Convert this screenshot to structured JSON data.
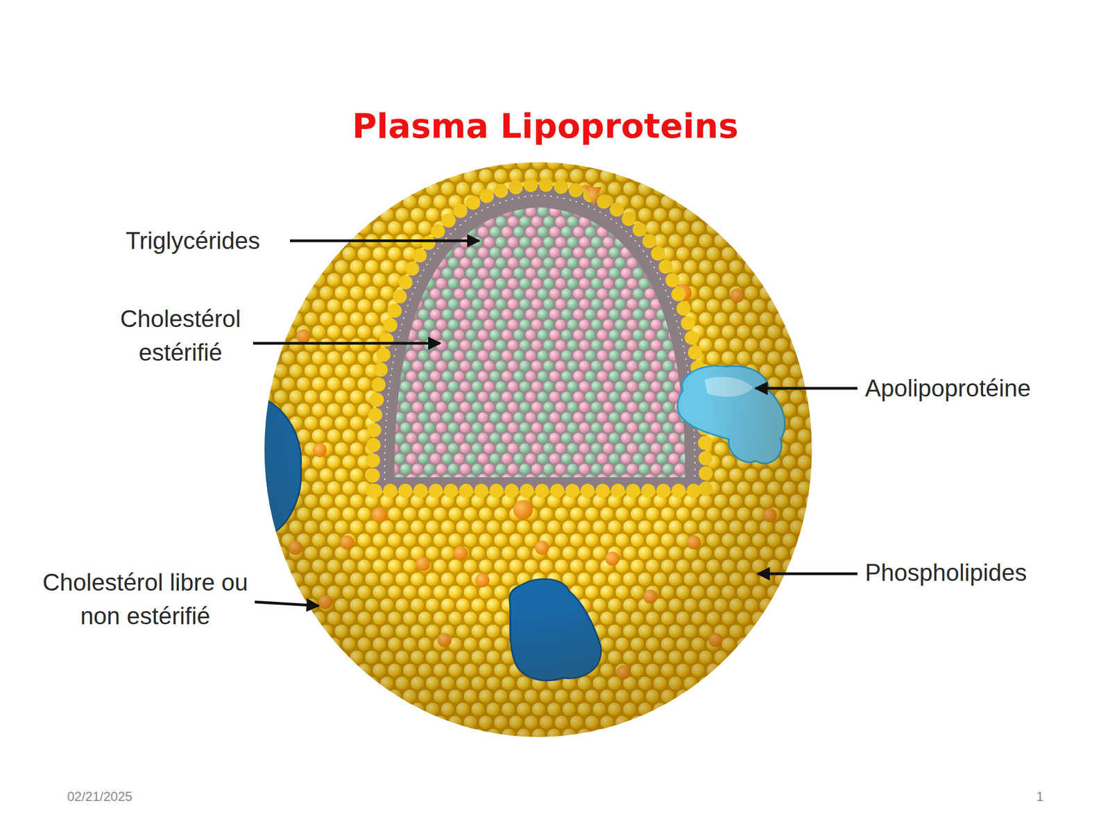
{
  "diagram": {
    "title": "Plasma Lipoproteins",
    "labels": [
      "Triglycérides",
      "Cholestérol estérifié",
      "Apolipoprotéine",
      "Cholestérol libre ou non estérifié",
      "Phospholipides",
      "02/21/2025",
      "1"
    ]
  }
}
